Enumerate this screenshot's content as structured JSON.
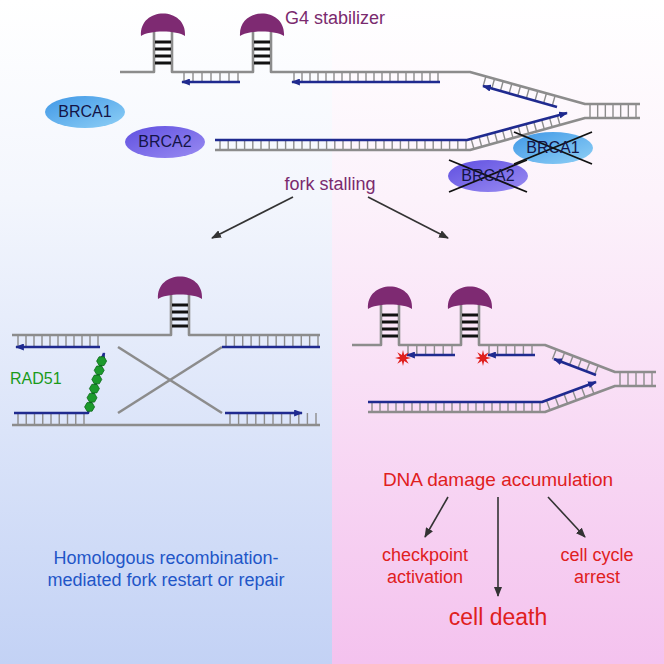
{
  "diagram": {
    "nodes": [
      {
        "text": [
          "BRCA1"
        ]
      },
      {
        "text": [
          "BRCA2"
        ]
      },
      {
        "text": [
          "BRCA2"
        ]
      },
      {
        "text": [
          "BRCA1"
        ]
      }
    ],
    "labels": [
      "G4 stabilizer",
      "fork stalling",
      "RAD51",
      "Homologous recombination-mediated fork restart or repair",
      "DNA damage accumulation",
      "checkpoint activation",
      "cell death",
      "cell cycle arrest"
    ]
  }
}
